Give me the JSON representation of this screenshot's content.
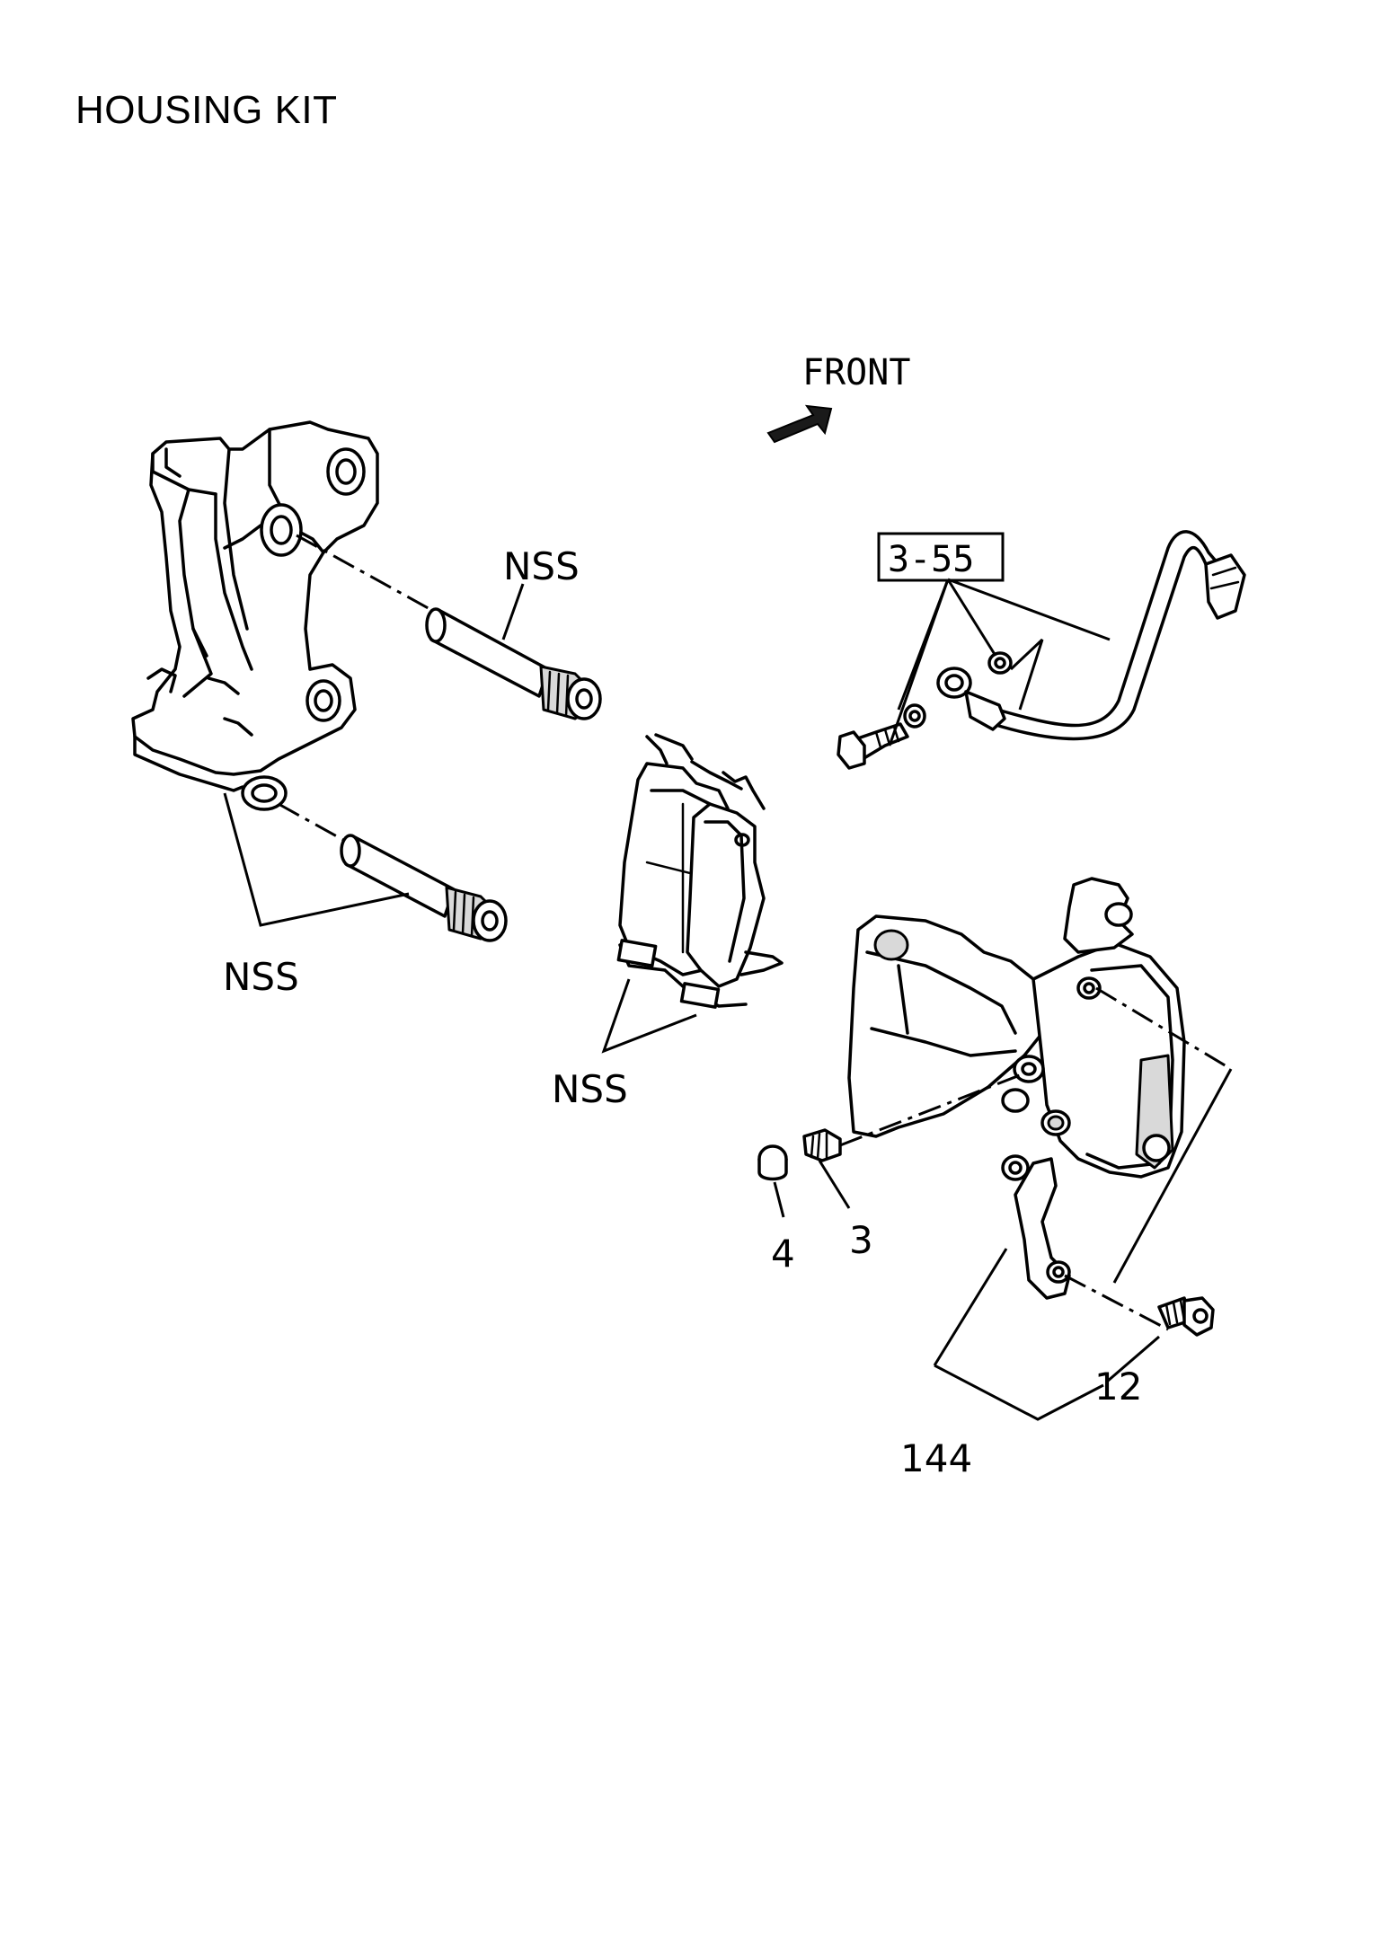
{
  "title": "HOUSING KIT",
  "orientation": {
    "label": "FRONT",
    "icon": "front-arrow-icon"
  },
  "callouts": {
    "nss_upper_pin": "NSS",
    "nss_lower_pin": "NSS",
    "nss_pads": "NSS",
    "ref_box": "3-55",
    "part_3": "3",
    "part_4": "4",
    "part_12": "12",
    "part_144": "144"
  }
}
